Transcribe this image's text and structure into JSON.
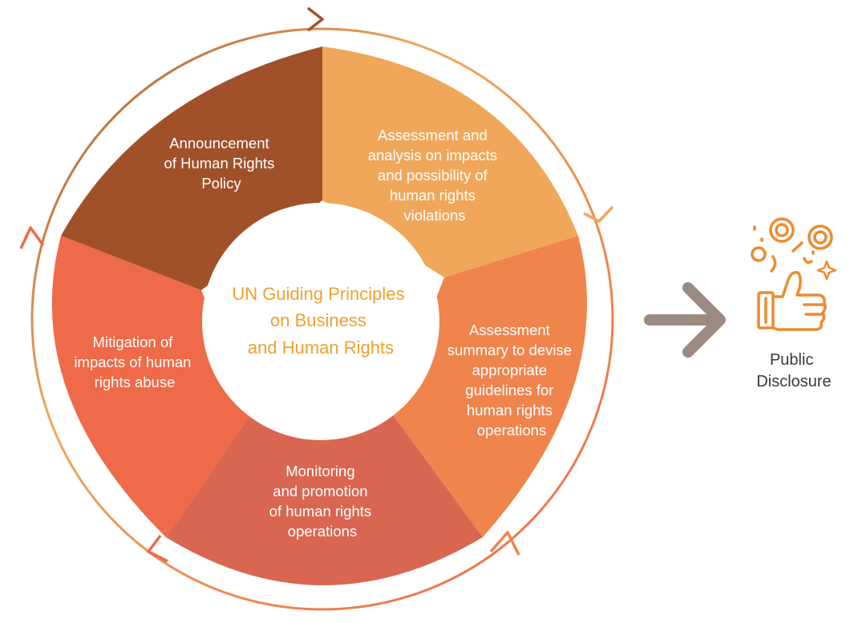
{
  "center": {
    "lines": [
      "UN Guiding Principles",
      "on Business",
      "and Human Rights"
    ]
  },
  "segments": [
    {
      "id": "announcement",
      "lines": [
        "Announcement",
        "of Human Rights",
        "Policy"
      ],
      "color": "#a0512a"
    },
    {
      "id": "assessment-analysis",
      "lines": [
        "Assessment and",
        "analysis on impacts",
        "and possibility of",
        "human rights",
        "violations"
      ],
      "color": "#f0a75a"
    },
    {
      "id": "assessment-summary",
      "lines": [
        "Assessment",
        "summary to devise",
        "appropriate",
        "guidelines for",
        "human rights",
        "operations"
      ],
      "color": "#ef844c"
    },
    {
      "id": "monitoring",
      "lines": [
        "Monitoring",
        "and promotion",
        "of human rights",
        "operations"
      ],
      "color": "#d96651"
    },
    {
      "id": "mitigation",
      "lines": [
        "Mitigation of",
        "impacts of human",
        "rights abuse"
      ],
      "color": "#ee6a48"
    }
  ],
  "outcome": {
    "lines": [
      "Public",
      "Disclosure"
    ],
    "icon": "thumbs-up-celebration-icon",
    "icon_color": "#ef8a2e",
    "arrow_color": "#9b8a80"
  }
}
